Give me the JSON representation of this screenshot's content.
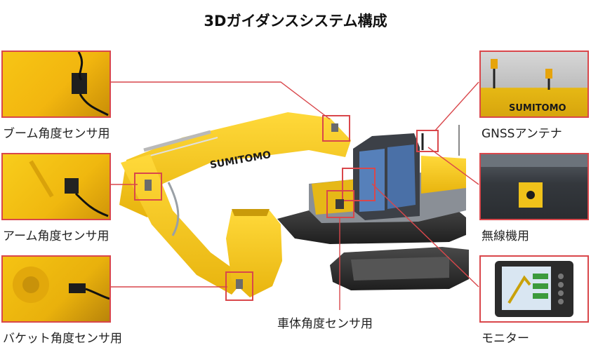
{
  "title": "3Dガイダンスシステム構成",
  "brand": "SUMITOMO",
  "labels": {
    "boom": "ブーム角度センサ用",
    "arm": "アーム角度センサ用",
    "bucket": "バケット角度センサ用",
    "body": "車体角度センサ用",
    "gnss": "GNSSアンテナ",
    "radio": "無線機用",
    "monitor": "モニター"
  },
  "colors": {
    "accent": "#d9474b",
    "machine_yellow": "#f2c418",
    "track": "#2f2f2f"
  }
}
